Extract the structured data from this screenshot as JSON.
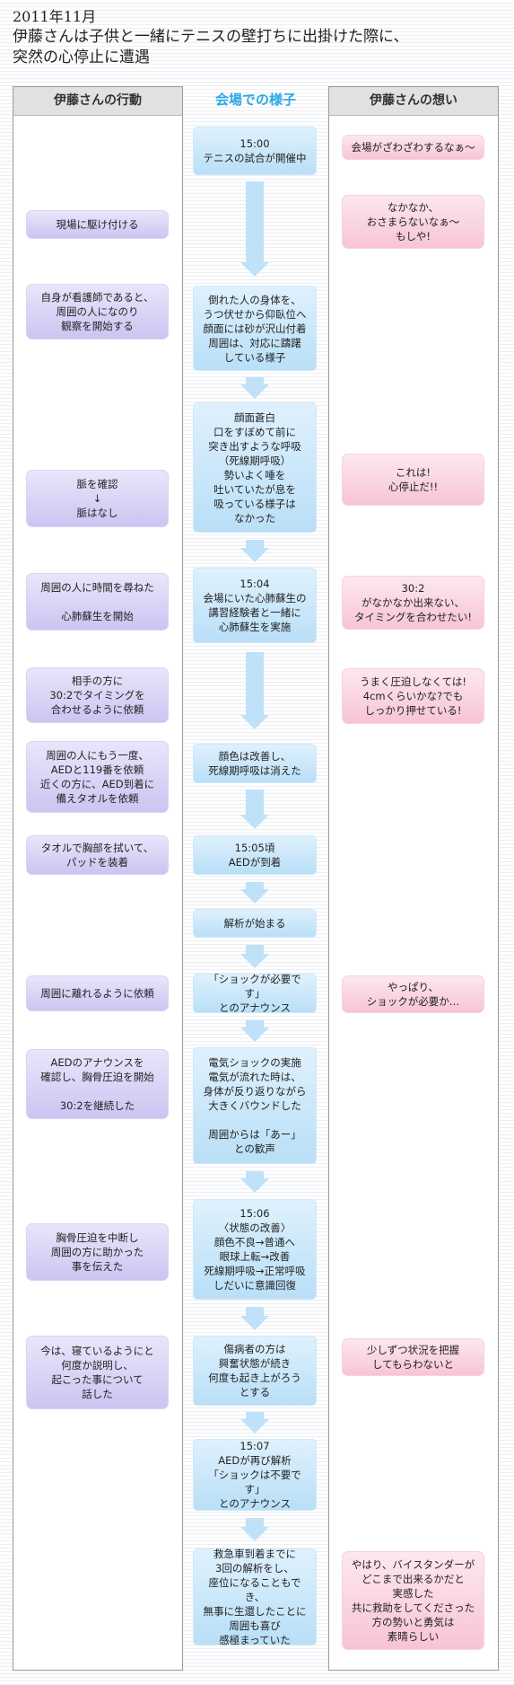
{
  "header": {
    "date": "2011年11月",
    "title_line1": "伊藤さんは子供と一緒にテニスの壁打ちに出掛けた際に、",
    "title_line2": "突然の心停止に遭遇"
  },
  "columns": {
    "left": "伊藤さんの行動",
    "center": "会場での様子",
    "right": "伊藤さんの想い"
  },
  "center": [
    {
      "text": "15:00\nテニスの試合が開催中"
    },
    {
      "text": "倒れた人の身体を、\nうつ伏せから仰臥位へ\n顔面には砂が沢山付着\n周囲は、対応に躊躇\nしている様子"
    },
    {
      "text": "顔面蒼白\n口をすぼめて前に\n突き出すような呼吸\n（死線期呼吸）\n勢いよく唾を\n吐いていたが息を\n吸っている様子は\nなかった"
    },
    {
      "text": "15:04\n会場にいた心肺蘇生の\n講習経験者と一緒に\n心肺蘇生を実施"
    },
    {
      "text": "顔色は改善し、\n死線期呼吸は消えた"
    },
    {
      "text": "15:05頃\nAEDが到着"
    },
    {
      "text": "解析が始まる"
    },
    {
      "text": "「ショックが必要です」\nとのアナウンス"
    },
    {
      "text": "電気ショックの実施\n電気が流れた時は、\n身体が反り返りながら\n大きくバウンドした\n\n周囲からは「あー」\nとの歓声"
    },
    {
      "text": "15:06\n〈状態の改善〉\n顔色不良→普通へ\n眼球上転→改善\n死線期呼吸→正常呼吸\nしだいに意識回復"
    },
    {
      "text": "傷病者の方は\n興奮状態が続き\n何度も起き上がろう\nとする"
    },
    {
      "text": "15:07\nAEDが再び解析\n「ショックは不要です」\nとのアナウンス"
    },
    {
      "text": "救急車到着までに\n3回の解析をし、\n座位になることもでき、\n無事に生還したことに\n周囲も喜び\n感極まっていた"
    }
  ],
  "left": [
    {
      "text": "現場に駆け付ける"
    },
    {
      "text": "自身が看護師であると、\n周囲の人になのり\n観察を開始する"
    },
    {
      "text": "脈を確認\n↓\n脈はなし"
    },
    {
      "text": "周囲の人に時間を尋ねた\n\n心肺蘇生を開始"
    },
    {
      "text": "相手の方に\n30:2でタイミングを\n合わせるように依頼"
    },
    {
      "text": "周囲の人にもう一度、\nAEDと119番を依頼\n近くの方に、AED到着に\n備えタオルを依頼"
    },
    {
      "text": "タオルで胸部を拭いて、\nパッドを装着"
    },
    {
      "text": "周囲に離れるように依頼"
    },
    {
      "text": "AEDのアナウンスを\n確認し、胸骨圧迫を開始\n\n30:2を継続した"
    },
    {
      "text": "胸骨圧迫を中断し\n周囲の方に助かった\n事を伝えた"
    },
    {
      "text": "今は、寝ているようにと\n何度か説明し、\n起こった事について\n話した"
    }
  ],
  "right": [
    {
      "text": "会場がざわざわするなぁ〜"
    },
    {
      "text": "なかなか、\nおさまらないなぁ〜\nもしや!"
    },
    {
      "text": "これは!\n心停止だ!!"
    },
    {
      "text": "30:2\nがなかなか出来ない、\nタイミングを合わせたい!"
    },
    {
      "text": "うまく圧迫しなくては!\n4cmくらいかな?でも\nしっかり押せている!"
    },
    {
      "text": "やっぱり、\nショックが必要か…"
    },
    {
      "text": "少しずつ状況を把握\nしてもらわないと"
    },
    {
      "text": "やはり、バイスタンダーが\nどこまで出来るかだと\n実感した\n共に救助をしてくださった\n方の勢いと勇気は\n素晴らしい"
    }
  ]
}
